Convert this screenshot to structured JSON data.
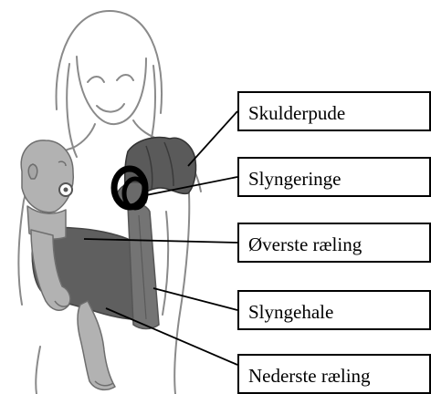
{
  "labels": [
    {
      "id": "skulderpude",
      "text": "Skulderpude"
    },
    {
      "id": "slyngeringe",
      "text": "Slyngeringe"
    },
    {
      "id": "overste-raeling",
      "text": "Øverste ræling"
    },
    {
      "id": "slyngehale",
      "text": "Slyngehale"
    },
    {
      "id": "nederste-raeling",
      "text": "Nederste ræling"
    }
  ],
  "colors": {
    "background": "#ffffff",
    "outline": "#8a8a8a",
    "sling_dark": "#5f5f5f",
    "sling_mid": "#747474",
    "baby_skin": "#b2b2b2",
    "ring": "#000000",
    "label_border": "#000000"
  }
}
